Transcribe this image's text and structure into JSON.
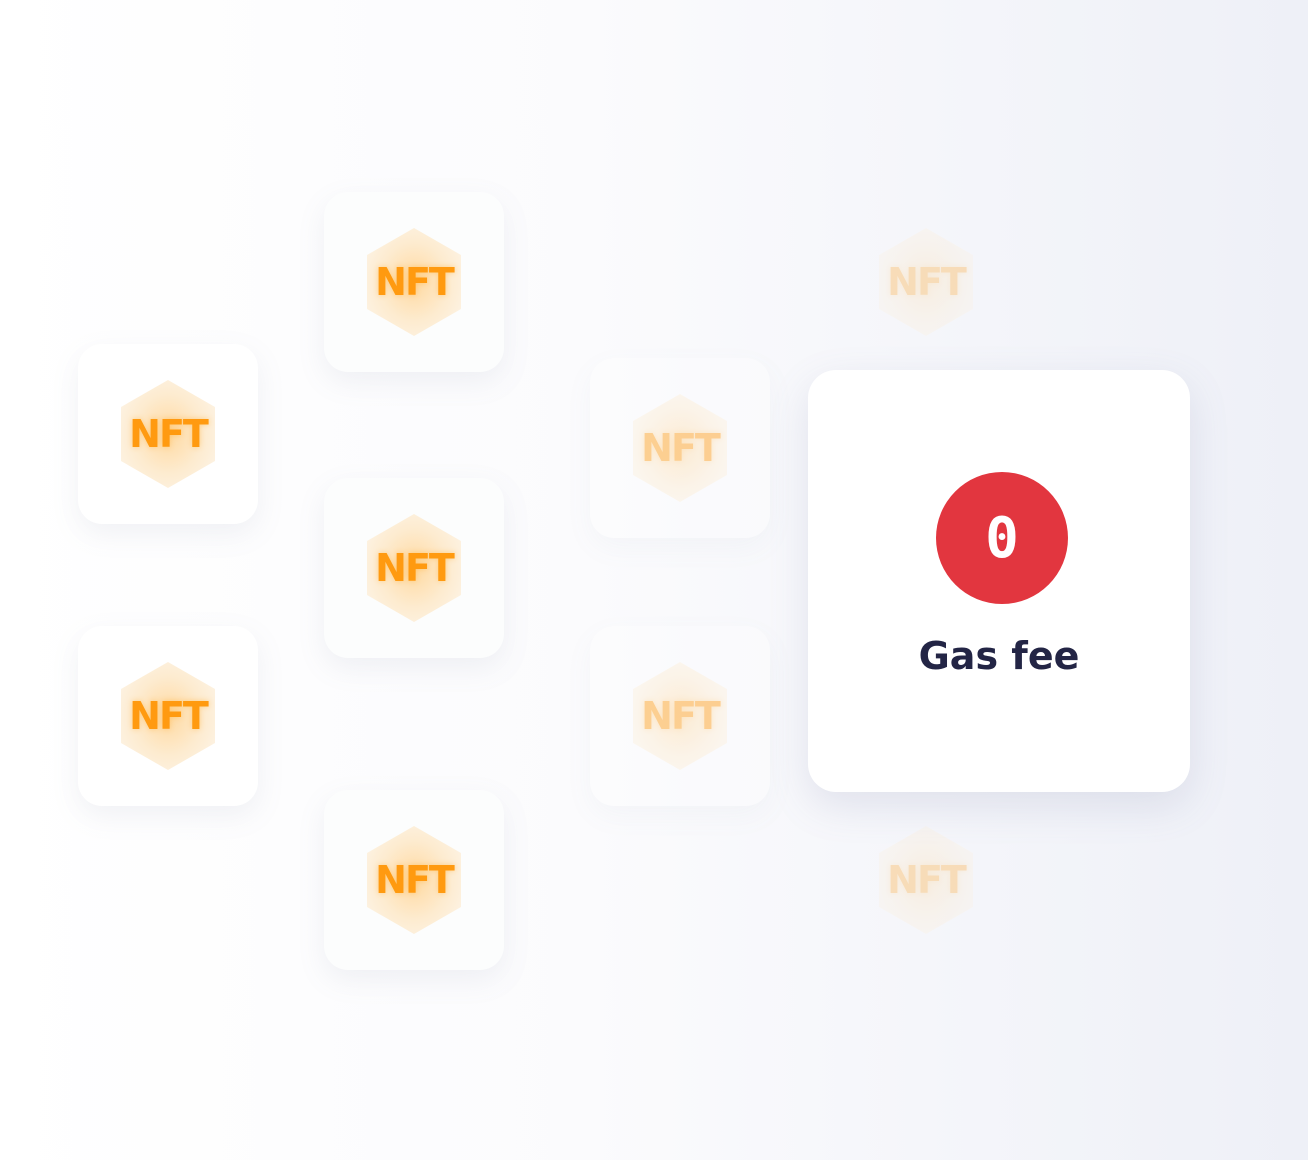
{
  "tiles": [
    {
      "label": "NFT"
    },
    {
      "label": "NFT"
    },
    {
      "label": "NFT"
    },
    {
      "label": "NFT"
    },
    {
      "label": "NFT"
    },
    {
      "label": "NFT"
    },
    {
      "label": "NFT"
    },
    {
      "label": "NFT"
    },
    {
      "label": "NFT"
    }
  ],
  "gas": {
    "value": "0",
    "label": "Gas fee"
  },
  "colors": {
    "nft_text": "#ff9a10",
    "hexagon_fill": "#fdf0da",
    "gas_circle": "#e2363f",
    "gas_label": "#232545"
  },
  "icons": {
    "tile_badge": "nft-hexagon-icon"
  }
}
